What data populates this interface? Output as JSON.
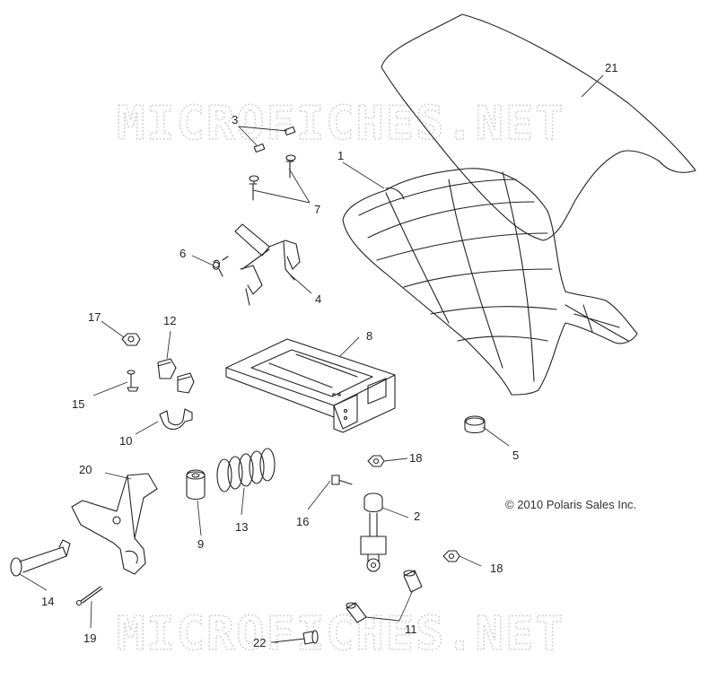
{
  "watermark": {
    "text": "MICROFICHES.NET"
  },
  "copyright": "© 2010 Polaris Sales Inc.",
  "parts": [
    {
      "id": "1",
      "label": "1",
      "name": "seat base"
    },
    {
      "id": "2",
      "label": "2",
      "name": "shock"
    },
    {
      "id": "3",
      "label": "3",
      "name": "clip"
    },
    {
      "id": "4",
      "label": "4",
      "name": "latch bracket"
    },
    {
      "id": "5",
      "label": "5",
      "name": "grommet"
    },
    {
      "id": "6",
      "label": "6",
      "name": "spring"
    },
    {
      "id": "7",
      "label": "7",
      "name": "rivet"
    },
    {
      "id": "8",
      "label": "8",
      "name": "storage tray"
    },
    {
      "id": "9",
      "label": "9",
      "name": "bumper"
    },
    {
      "id": "10",
      "label": "10",
      "name": "clamp"
    },
    {
      "id": "11",
      "label": "11",
      "name": "bushing"
    },
    {
      "id": "12",
      "label": "12",
      "name": "retainer"
    },
    {
      "id": "13",
      "label": "13",
      "name": "coil spring"
    },
    {
      "id": "14",
      "label": "14",
      "name": "pin"
    },
    {
      "id": "15",
      "label": "15",
      "name": "screw"
    },
    {
      "id": "16",
      "label": "16",
      "name": "bolt"
    },
    {
      "id": "17",
      "label": "17",
      "name": "nut"
    },
    {
      "id": "18",
      "label": "18",
      "name": "nut"
    },
    {
      "id": "19",
      "label": "19",
      "name": "cotter pin"
    },
    {
      "id": "20",
      "label": "20",
      "name": "bracket"
    },
    {
      "id": "21",
      "label": "21",
      "name": "seat cover"
    },
    {
      "id": "22",
      "label": "22",
      "name": "bolt"
    }
  ]
}
